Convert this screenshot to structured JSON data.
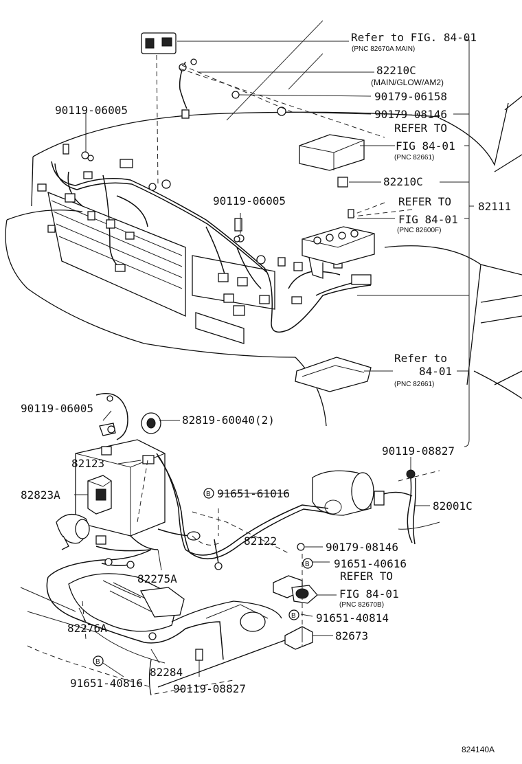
{
  "labels": {
    "refer_fig_8401": "Refer to FIG. 84-01",
    "pnc_82670a_main": "(PNC 82670A MAIN)",
    "p82210c_top": "82210C",
    "main_glow_am2": "(MAIN/GLOW/AM2)",
    "p90179_06158": "90179-06158",
    "p90119_06005_left": "90119-06005",
    "p90179_08146_top": "90179-08146",
    "refer_to_1": "REFER TO",
    "fig_8401_1": "FIG 84-01",
    "pnc_82661_1": "(PNC 82661)",
    "p82210c_mid": "82210C",
    "p90119_06005_mid": "90119-06005",
    "refer_to_2": "REFER TO",
    "p82111": "82111",
    "fig_8401_2": "FIG 84-01",
    "pnc_82600f": "(PNC 82600F)",
    "refer_to_3": "Refer to",
    "fig_8401_3": "84-01",
    "pnc_82661_2": "(PNC 82661)",
    "p90119_06005_low": "90119-06005",
    "p82819_60040": "82819-60040(2)",
    "p90119_08827_right": "90119-08827",
    "p82123": "82123",
    "p82823a": "82823A",
    "p91651_61016": "91651-61016",
    "p82001c": "82001C",
    "p82122": "82122",
    "p90179_08146_low": "90179-08146",
    "p91651_40616": "91651-40616",
    "refer_to_4": "REFER TO",
    "p82275a": "82275A",
    "fig_8401_4": "FIG 84-01",
    "pnc_82670b": "(PNC 82670B)",
    "p91651_40814": "91651-40814",
    "p82276a": "82276A",
    "p82673": "82673",
    "p82284": "82284",
    "p91651_40816": "91651-40816",
    "p90119_08827_bottom": "90119-08827",
    "figure_code": "824140A"
  },
  "bolt_marker": "B"
}
